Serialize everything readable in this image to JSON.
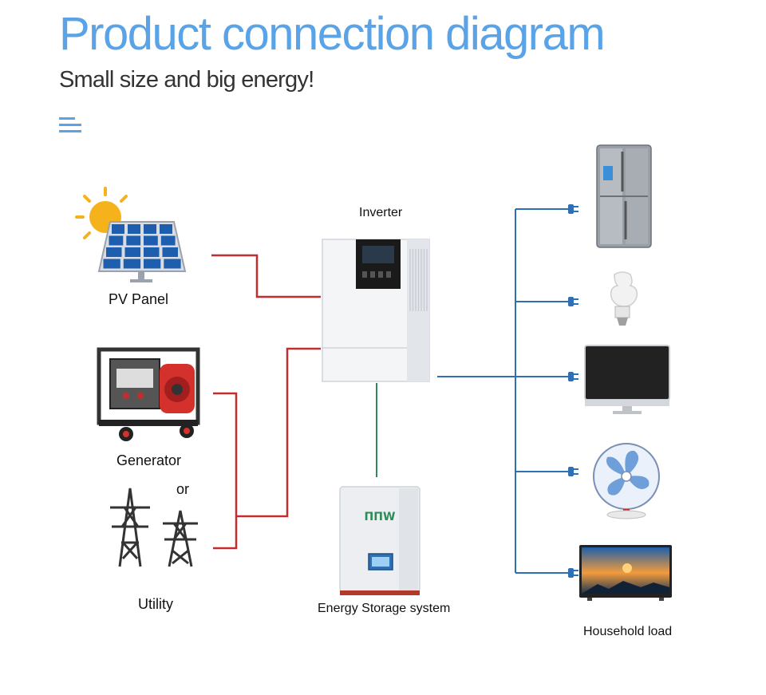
{
  "header": {
    "title": "Product connection diagram",
    "subtitle": "Small size and big energy!"
  },
  "sources": {
    "pv_panel": "PV Panel",
    "generator": "Generator",
    "or": "or",
    "utility": "Utility"
  },
  "center": {
    "inverter": "Inverter",
    "storage": "Energy Storage system",
    "battery_logo": "ППW"
  },
  "loads": {
    "label": "Household load",
    "items": [
      "refrigerator-icon",
      "light-bulb-icon",
      "monitor-icon",
      "fan-icon",
      "tv-icon"
    ]
  },
  "colors": {
    "title": "#5aa3e6",
    "ac_line": "#c22d2d",
    "load_line": "#2f6fb3",
    "battery_line": "#2e8b57"
  }
}
